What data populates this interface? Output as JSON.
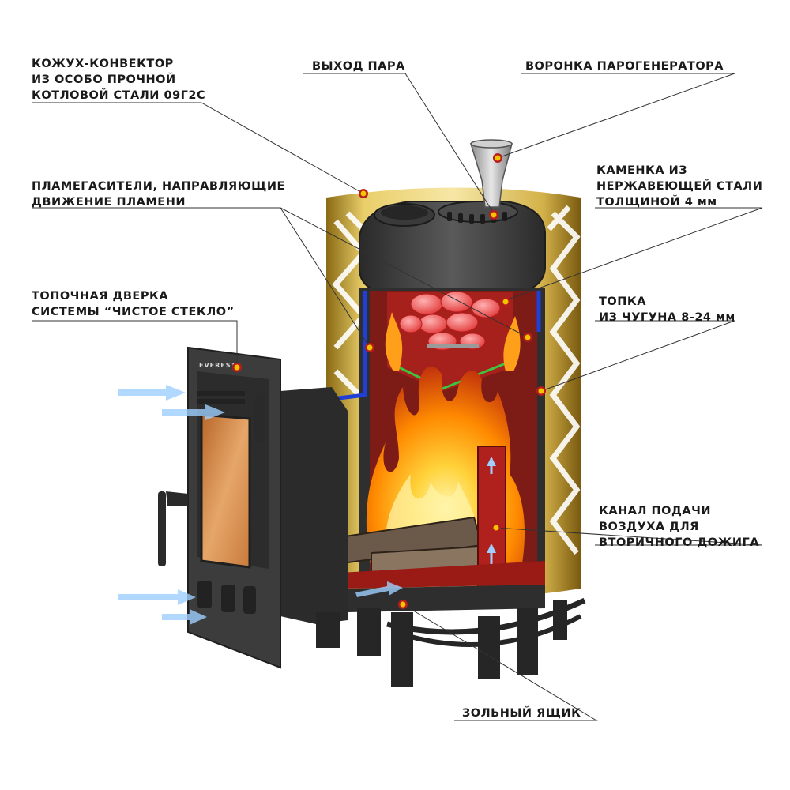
{
  "diagram": {
    "brand_text": "EVEREST",
    "labels": {
      "casing": [
        "КОЖУХ-КОНВЕКТОР",
        "ИЗ ОСОБО ПРОЧНОЙ",
        "КОТЛОВОЙ СТАЛИ 09Г2С"
      ],
      "steam_out": [
        "ВЫХОД ПАРА"
      ],
      "funnel": [
        "ВОРОНКА ПАРОГЕНЕРАТОРА"
      ],
      "flame_guides": [
        "ПЛАМЕГАСИТЕЛИ, НАПРАВЛЯЮЩИЕ",
        "ДВИЖЕНИЕ ПЛАМЕНИ"
      ],
      "stone_box": [
        "КАМЕНКА ИЗ",
        "НЕРЖАВЕЮЩЕЙ СТАЛИ",
        "ТОЛЩИНОЙ 4 мм"
      ],
      "door": [
        "ТОПОЧНАЯ ДВЕРКА",
        "СИСТЕМЫ “ЧИСТОЕ СТЕКЛО”"
      ],
      "firebox": [
        "ТОПКА",
        "ИЗ ЧУГУНА 8-24 мм"
      ],
      "air_channel": [
        "КАНАЛ ПОДАЧИ",
        "ВОЗДУХА ДЛЯ",
        "ВТОРИЧНОГО ДОЖИГА"
      ],
      "ash_box": [
        "ЗОЛЬНЫЙ ЯЩИК"
      ]
    },
    "colors": {
      "callout_dot": "#f2c500",
      "callout_dot_ring": "#b71c1c",
      "leader": "#333333",
      "casing_gold": "#c8a431",
      "iron": "#3d3d3d",
      "chamber_red": "#b0201c",
      "flame_orange": "#ff8a00",
      "insulation_blue": "#1f3fd6",
      "grate_green": "#3ec43e",
      "air_arrow": "#9ecfff"
    }
  }
}
